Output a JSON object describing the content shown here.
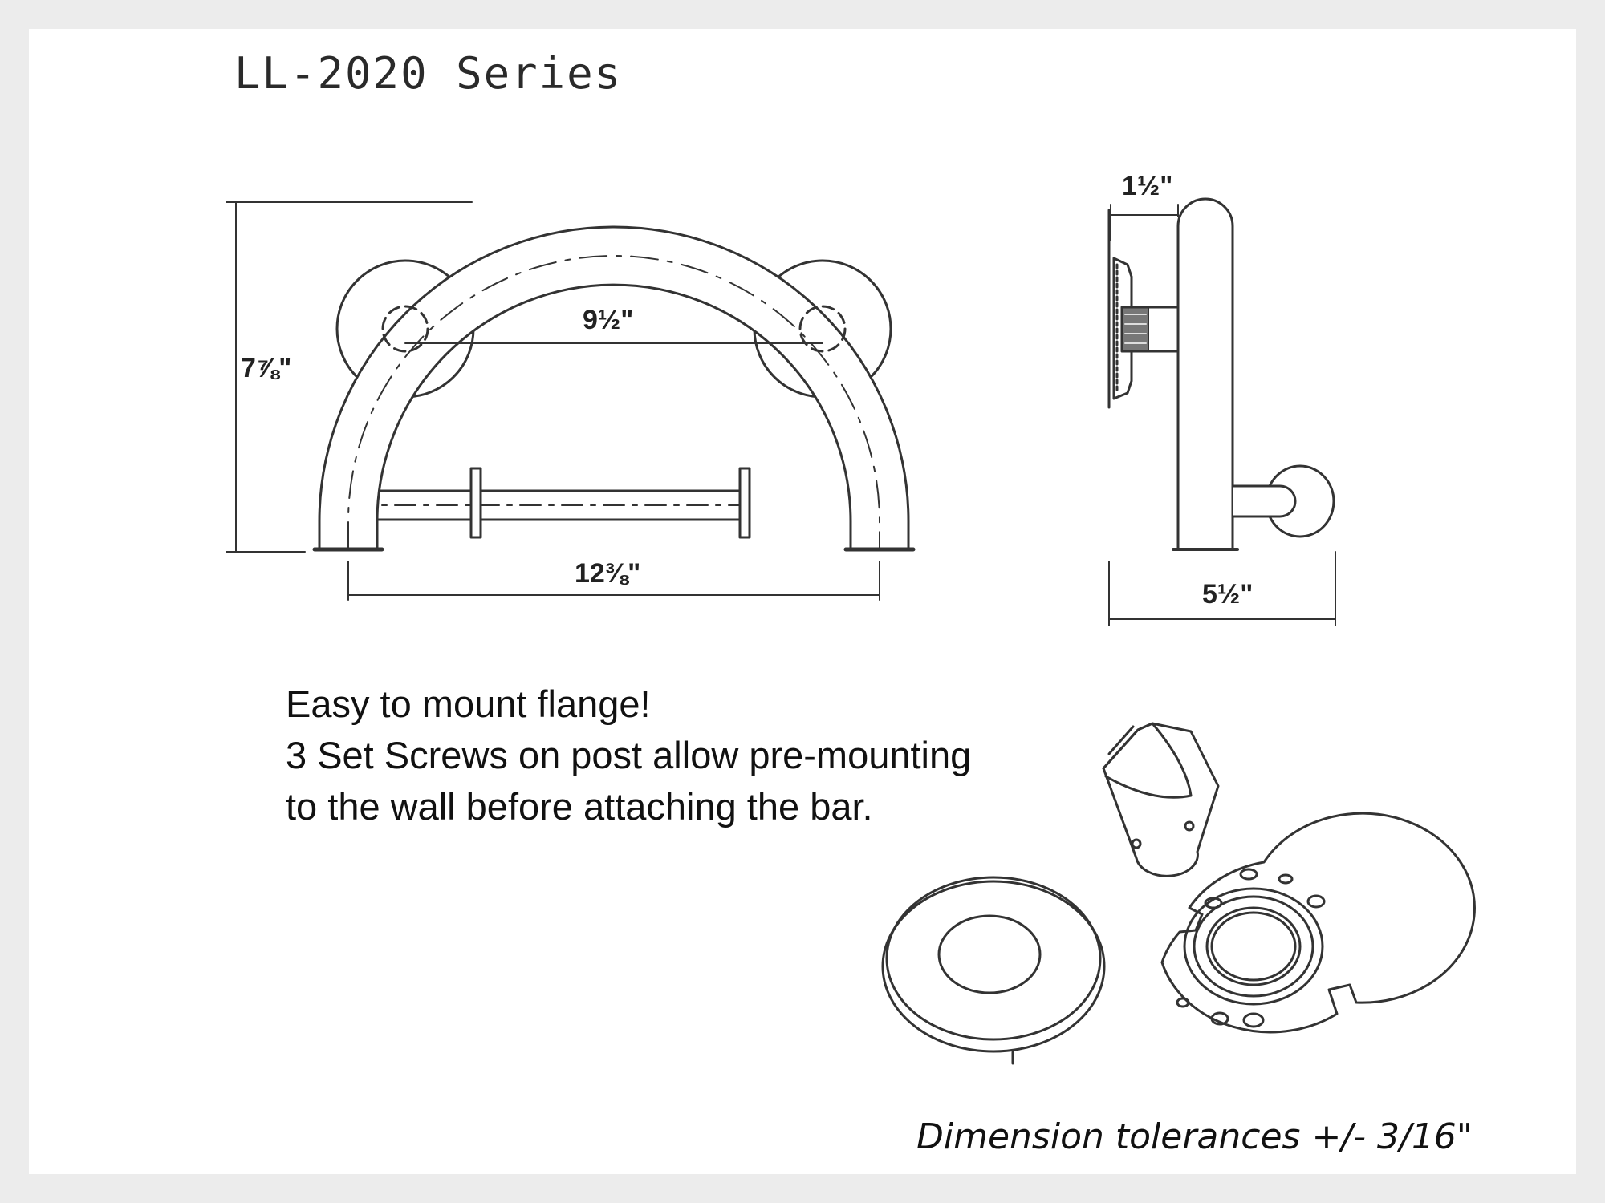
{
  "title": "LL-2020 Series",
  "dimensions": {
    "height": "7⅞\"",
    "post_spacing": "9½\"",
    "overall_width": "12⅜\"",
    "flange_depth": "1½\"",
    "projection": "5½\""
  },
  "notes": [
    "Easy to mount flange!",
    "3 Set Screws on post allow pre-mounting",
    "to the wall before attaching the bar."
  ],
  "tolerance": "Dimension tolerances +/- 3/16\""
}
